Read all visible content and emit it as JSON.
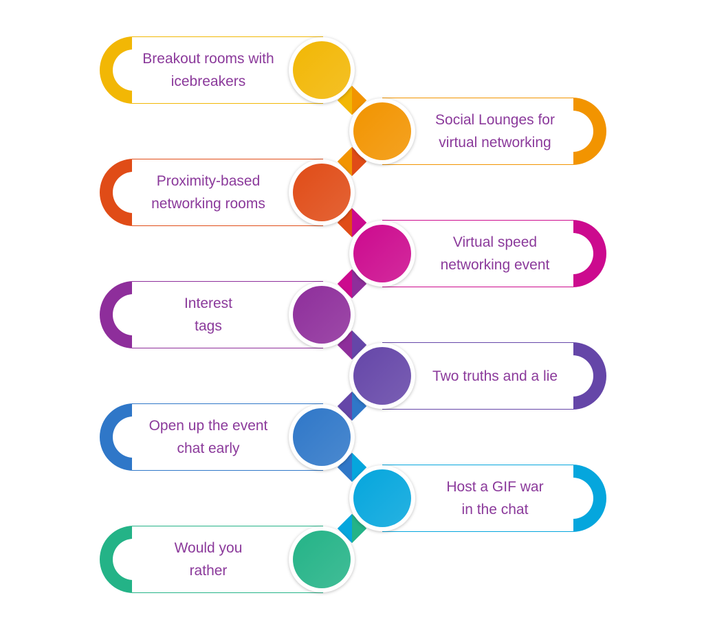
{
  "items": [
    {
      "label": "Breakout rooms with icebreakers",
      "lines": [
        "Breakout rooms with",
        "icebreakers"
      ],
      "side": "left",
      "color": "#f2b705"
    },
    {
      "label": "Social Lounges for virtual networking",
      "lines": [
        "Social Lounges for",
        "virtual networking"
      ],
      "side": "right",
      "color": "#f29400"
    },
    {
      "label": "Proximity-based networking rooms",
      "lines": [
        "Proximity-based",
        "networking rooms"
      ],
      "side": "left",
      "color": "#e04c17"
    },
    {
      "label": "Virtual speed networking event",
      "lines": [
        "Virtual speed",
        "networking event"
      ],
      "side": "right",
      "color": "#cc0a8e"
    },
    {
      "label": "Interest tags",
      "lines": [
        "Interest",
        "tags"
      ],
      "side": "left",
      "color": "#8e2e9b"
    },
    {
      "label": "Two truths and a lie",
      "lines": [
        "Two truths and a lie"
      ],
      "side": "right",
      "color": "#6546a8"
    },
    {
      "label": "Open up the event chat early",
      "lines": [
        "Open up the event",
        "chat early"
      ],
      "side": "left",
      "color": "#2f77c8"
    },
    {
      "label": "Host a GIF war in the chat",
      "lines": [
        "Host a GIF war",
        "in the chat"
      ],
      "side": "right",
      "color": "#05a6dd"
    },
    {
      "label": "Would you rather",
      "lines": [
        "Would you",
        "rather"
      ],
      "side": "left",
      "color": "#24b387"
    }
  ]
}
